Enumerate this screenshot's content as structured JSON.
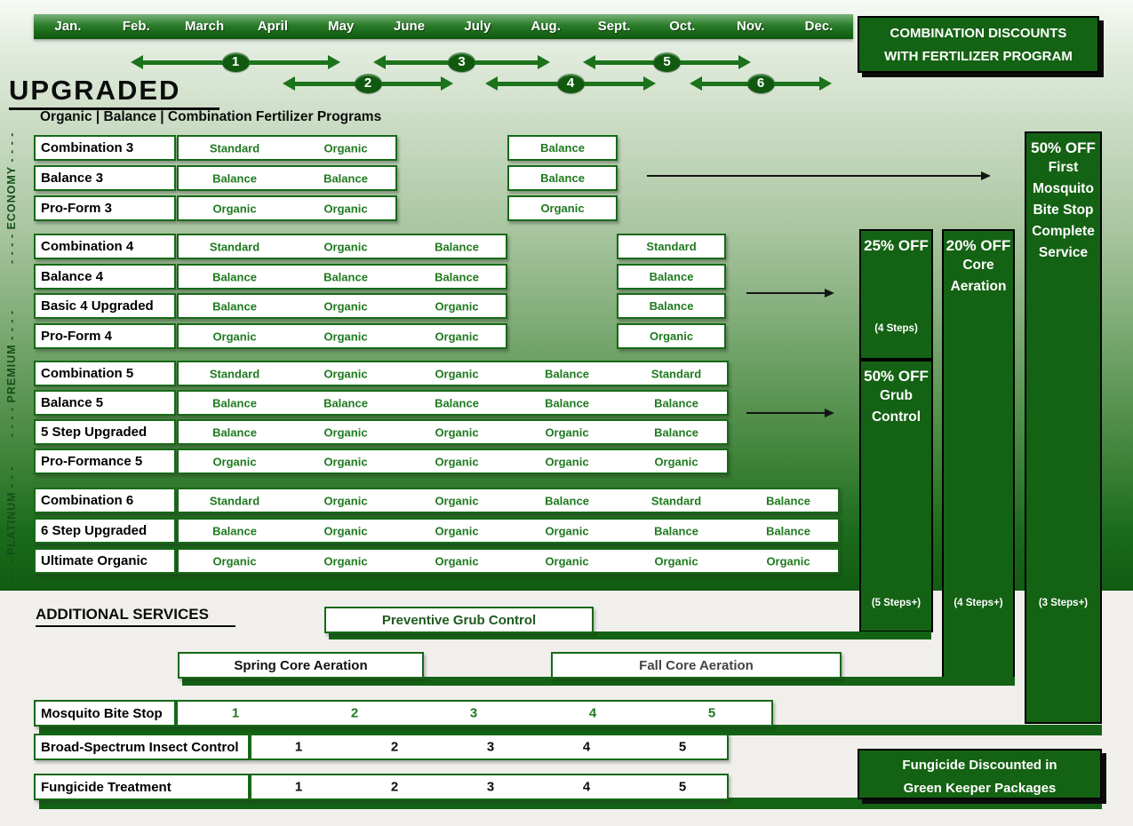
{
  "months": [
    "Jan.",
    "Feb.",
    "March",
    "April",
    "May",
    "June",
    "July",
    "Aug.",
    "Sept.",
    "Oct.",
    "Nov.",
    "Dec."
  ],
  "timeline_arrows": [
    "1",
    "2",
    "3",
    "4",
    "5",
    "6"
  ],
  "header_box": {
    "line1": "COMBINATION DISCOUNTS",
    "line2": "WITH FERTILIZER PROGRAM"
  },
  "title": {
    "main": "UPGRADED",
    "subtitle": "Organic | Balance | Combination Fertilizer Programs"
  },
  "tiers": {
    "economy": "- - - -   ECONOMY   - - - -",
    "premium": "- - - -   PREMIUM   - - - -",
    "platinum": "- - -   PLATINUM   - - -"
  },
  "programs": {
    "g3": {
      "rows": [
        {
          "label": "Combination 3",
          "entries": [
            "Standard",
            "Organic"
          ],
          "fall": "Balance"
        },
        {
          "label": "Balance 3",
          "entries": [
            "Balance",
            "Balance"
          ],
          "fall": "Balance"
        },
        {
          "label": "Pro-Form 3",
          "entries": [
            "Organic",
            "Organic"
          ],
          "fall": "Organic"
        }
      ]
    },
    "g4": {
      "rows": [
        {
          "label": "Combination 4",
          "entries": [
            "Standard",
            "Organic",
            "Balance"
          ],
          "fall": "Standard"
        },
        {
          "label": "Balance  4",
          "entries": [
            "Balance",
            "Balance",
            "Balance"
          ],
          "fall": "Balance"
        },
        {
          "label": "Basic 4 Upgraded",
          "entries": [
            "Balance",
            "Organic",
            "Organic"
          ],
          "fall": "Balance"
        },
        {
          "label": "Pro-Form 4",
          "entries": [
            "Organic",
            "Organic",
            "Organic"
          ],
          "fall": "Organic"
        }
      ]
    },
    "g5": {
      "rows": [
        {
          "label": "Combination 5",
          "entries": [
            "Standard",
            "Organic",
            "Organic",
            "Balance",
            "Standard"
          ]
        },
        {
          "label": "Balance 5",
          "entries": [
            "Balance",
            "Balance",
            "Balance",
            "Balance",
            "Balance"
          ]
        },
        {
          "label": "5 Step Upgraded",
          "entries": [
            "Balance",
            "Organic",
            "Organic",
            "Organic",
            "Balance"
          ]
        },
        {
          "label": "Pro-Formance 5",
          "entries": [
            "Organic",
            "Organic",
            "Organic",
            "Organic",
            "Organic"
          ]
        }
      ]
    },
    "g6": {
      "rows": [
        {
          "label": "Combination 6",
          "entries": [
            "Standard",
            "Organic",
            "Organic",
            "Balance",
            "Standard",
            "Balance"
          ]
        },
        {
          "label": "6 Step Upgraded",
          "entries": [
            "Balance",
            "Organic",
            "Organic",
            "Organic",
            "Balance",
            "Balance"
          ]
        },
        {
          "label": "Ultimate Organic",
          "entries": [
            "Organic",
            "Organic",
            "Organic",
            "Organic",
            "Organic",
            "Organic"
          ]
        }
      ]
    }
  },
  "discount_columns": {
    "colA_top": {
      "title": "25% OFF",
      "note": "(4 Steps)"
    },
    "colA_bottom": {
      "title": "50% OFF",
      "line2": "Grub",
      "line3": "Control",
      "note": "(5 Steps+)"
    },
    "colB": {
      "title": "20% OFF",
      "line2": "Core",
      "line3": "Aeration",
      "note": "(4 Steps+)"
    },
    "colC": {
      "title": "50% OFF",
      "line2": "First",
      "line3": "Mosquito",
      "line4": "Bite Stop",
      "line5": "Complete",
      "line6": "Service",
      "note": "(3 Steps+)"
    }
  },
  "additional": {
    "heading": "ADDITIONAL SERVICES",
    "grub": "Preventive Grub Control",
    "spring": "Spring Core Aeration",
    "fall": "Fall Core Aeration"
  },
  "bottom_rows": {
    "mosquito": {
      "label": "Mosquito Bite Stop",
      "numbers": [
        "1",
        "2",
        "3",
        "4",
        "5"
      ]
    },
    "broad": {
      "label": "Broad-Spectrum Insect Control",
      "numbers": [
        "1",
        "2",
        "3",
        "4",
        "5"
      ]
    },
    "fungicide": {
      "label": "Fungicide Treatment",
      "numbers": [
        "1",
        "2",
        "3",
        "4",
        "5"
      ]
    }
  },
  "footer_box": {
    "line1": "Fungicide Discounted in",
    "line2": "Green Keeper Packages"
  },
  "colors": {
    "dark_green": "#146214",
    "border_green": "#176917",
    "text_green": "#1f7a1f"
  }
}
